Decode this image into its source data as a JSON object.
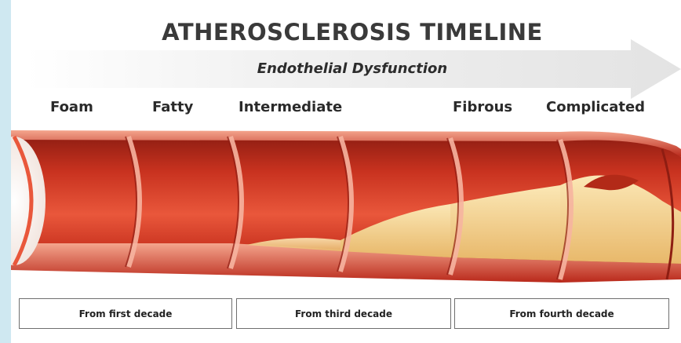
{
  "title": "ATHEROSCLEROSIS TIMELINE",
  "arrow_label": "Endothelial Dysfunction",
  "stages": [
    {
      "label": "Foam"
    },
    {
      "label": "Fatty"
    },
    {
      "label": "Intermediate"
    },
    {
      "label": "Fibrous"
    },
    {
      "label": "Complicated"
    }
  ],
  "decades": [
    {
      "label": "From first decade"
    },
    {
      "label": "From third decade"
    },
    {
      "label": "From fourth decade"
    }
  ],
  "colors": {
    "vessel_red": "#c8321f",
    "vessel_dark": "#8e1d12",
    "vessel_light": "#f07a5c",
    "plaque": "#f3d28f",
    "background_band": "#cfe8f1"
  }
}
